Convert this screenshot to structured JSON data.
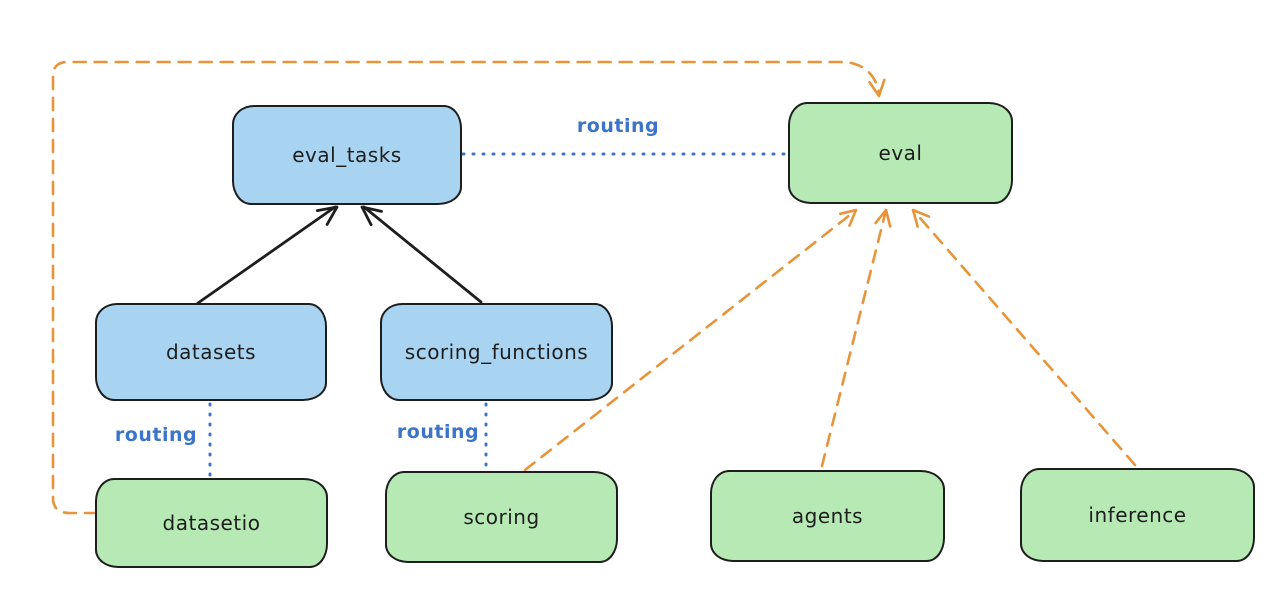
{
  "diagram": {
    "background": "#ffffff",
    "colors": {
      "background": "#ffffff",
      "node_border": "#1e1e1e",
      "blue_fill": "#a8d4f2",
      "green_fill": "#b6e9b4",
      "routing_blue": "#3b74c8",
      "provider_orange": "#e8943a",
      "arrow_black": "#1e1e1e"
    },
    "nodes": {
      "eval_tasks": {
        "label": "eval_tasks",
        "kind": "blue"
      },
      "eval": {
        "label": "eval",
        "kind": "green"
      },
      "datasets": {
        "label": "datasets",
        "kind": "blue"
      },
      "scoring_functions": {
        "label": "scoring_functions",
        "kind": "blue"
      },
      "datasetio": {
        "label": "datasetio",
        "kind": "green"
      },
      "scoring": {
        "label": "scoring",
        "kind": "green"
      },
      "agents": {
        "label": "agents",
        "kind": "green"
      },
      "inference": {
        "label": "inference",
        "kind": "green"
      }
    },
    "edge_labels": {
      "eval_tasks_eval": "routing",
      "datasets_datasetio": "routing",
      "scoring_functions_scoring": "routing"
    },
    "edges": [
      {
        "from": "datasets",
        "to": "eval_tasks",
        "style": "solid-arrow",
        "color": "black"
      },
      {
        "from": "scoring_functions",
        "to": "eval_tasks",
        "style": "solid-arrow",
        "color": "black"
      },
      {
        "from": "eval_tasks",
        "to": "eval",
        "style": "dotted",
        "color": "blue",
        "label": "routing"
      },
      {
        "from": "datasets",
        "to": "datasetio",
        "style": "dotted",
        "color": "blue",
        "label": "routing"
      },
      {
        "from": "scoring_functions",
        "to": "scoring",
        "style": "dotted",
        "color": "blue",
        "label": "routing"
      },
      {
        "from": "datasetio",
        "to": "eval",
        "style": "dashed-arrow",
        "color": "orange"
      },
      {
        "from": "scoring",
        "to": "eval",
        "style": "dashed-arrow",
        "color": "orange"
      },
      {
        "from": "agents",
        "to": "eval",
        "style": "dashed-arrow",
        "color": "orange"
      },
      {
        "from": "inference",
        "to": "eval",
        "style": "dashed-arrow",
        "color": "orange"
      }
    ]
  }
}
